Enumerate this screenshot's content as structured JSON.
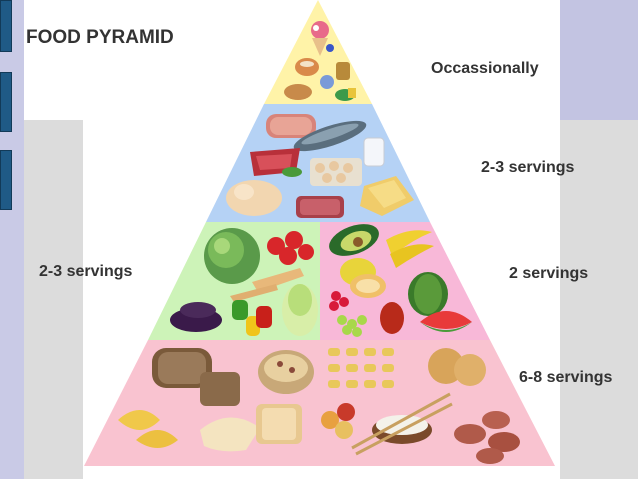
{
  "slide": {
    "title": "FOOD PYRAMID",
    "labels": {
      "top": "Occassionally",
      "protein": "2-3 servings",
      "vegetables": "2-3 servings",
      "fruits": "2 servings",
      "grains": "6-8 servings"
    }
  },
  "colors": {
    "tier_top": "#fff3a8",
    "tier_protein": "#b5d2f5",
    "tier_vegetables": "#cdf3b8",
    "tier_fruits": "#f8b8d8",
    "tier_grains": "#f9c3d0"
  }
}
